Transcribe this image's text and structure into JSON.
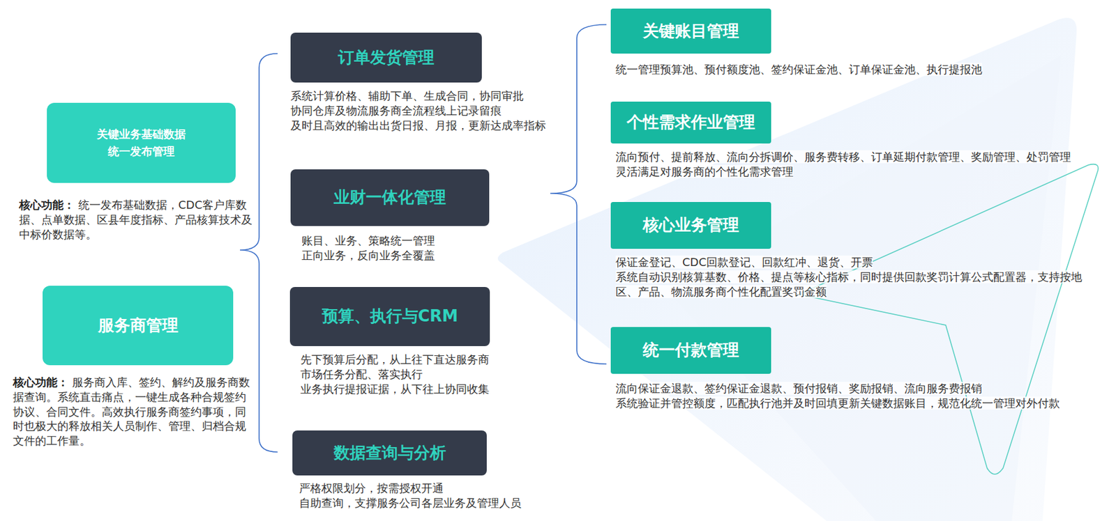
{
  "diagram": {
    "nodes": [
      {
        "text": [
          "关键业务基础数据 统一发布管理",
          "核心功能：",
          "统一发布基础数据，CDC客户库数据、点单数据、区县年度指标、产品核算技术及中标价数据等。"
        ]
      },
      {
        "text": [
          "服务商管理",
          "核心功能：",
          "服务商入库、签约、解约及服务商数据查询。系统直击痛点，一键生成各种合规签约协议、合同文件。高效执行服务商签约事项，同时也极大的释放相关人员制作、管理、归档合规文件的工作量。"
        ]
      },
      {
        "text": [
          "订单发货管理",
          "系统计算价格、辅助下单、生成合同，协同审批",
          "协同仓库及物流服务商全流程线上记录留痕",
          "及时且高效的输出出货日报、月报，更新达成率指标"
        ]
      },
      {
        "text": [
          "业财一体化管理",
          "账目、业务、策略统一管理",
          "正向业务，反向业务全覆盖"
        ]
      },
      {
        "text": [
          "预算、执行与CRM",
          "先下预算后分配，从上往下直达服务商",
          "市场任务分配、落实执行",
          "业务执行提报证据，从下往上协同收集"
        ]
      },
      {
        "text": [
          "数据查询与分析",
          "严格权限划分，按需授权开通",
          "自助查询，支撑服务公司各层业务及管理人员"
        ]
      },
      {
        "text": [
          "关键账目管理",
          "统一管理预算池、预付额度池、签约保证金池、订单保证金池、执行提报池"
        ]
      },
      {
        "text": [
          "个性需求作业管理",
          "流向预付、提前释放、流向分拆调价、服务费转移、订单延期付款管理、奖励管理、处罚管理",
          "灵活满足对服务商的个性化需求管理"
        ]
      },
      {
        "text": [
          "核心业务管理",
          "保证金登记、CDC回款登记、回款红冲、退货、开票",
          "系统自动识别核算基数、价格、提点等核心指标，同时提供回款奖罚计算公式配置器，支持按地区、产品、物流服务商个性化配置奖罚金额"
        ]
      },
      {
        "text": [
          "统一付款管理",
          "流向保证金退款、签约保证金退款、预付报销、奖励报销、流向服务费报销",
          "系统验证并管控额度，匹配执行池并及时回填更新关键数据账目，规范化统一管理对外付款"
        ]
      }
    ]
  }
}
